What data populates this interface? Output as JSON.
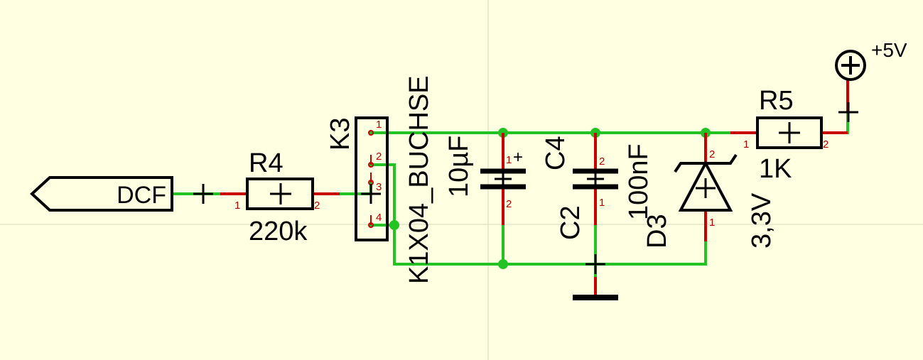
{
  "colors": {
    "background": "#FFFFE1",
    "wire": "#22C322",
    "pin": "#C80000",
    "body": "#000000",
    "pin_number": "#B00000",
    "crosshair": "#D4D4BC",
    "origin_mark": "#C8A040"
  },
  "icons": {
    "power": "circle-plus-icon",
    "ground": "ground-bar-icon",
    "port": "pentagon-port-icon",
    "diode": "zener-diode-icon",
    "capacitor": "capacitor-icon",
    "resistor": "resistor-icon",
    "connector": "connector-4pin-icon"
  },
  "port": {
    "name": "DCF"
  },
  "r4": {
    "name": "R4",
    "value": "220k",
    "pin1": "1",
    "pin2": "2"
  },
  "k3": {
    "name": "K3",
    "value": "K1X04_BUCHSE",
    "pins": [
      "1",
      "2",
      "3",
      "4"
    ]
  },
  "c4": {
    "name": "C4",
    "value": "10µF",
    "polarity": "+",
    "pin1": "1",
    "pin2": "2"
  },
  "c2": {
    "name": "C2",
    "value": "100nF",
    "pin1": "1",
    "pin2": "2"
  },
  "d3": {
    "name": "D3",
    "value": "3,3V",
    "pin1": "1",
    "pin2": "2"
  },
  "r5": {
    "name": "R5",
    "value": "1K",
    "pin1": "1",
    "pin2": "2"
  },
  "supply": {
    "name": "+5V"
  }
}
